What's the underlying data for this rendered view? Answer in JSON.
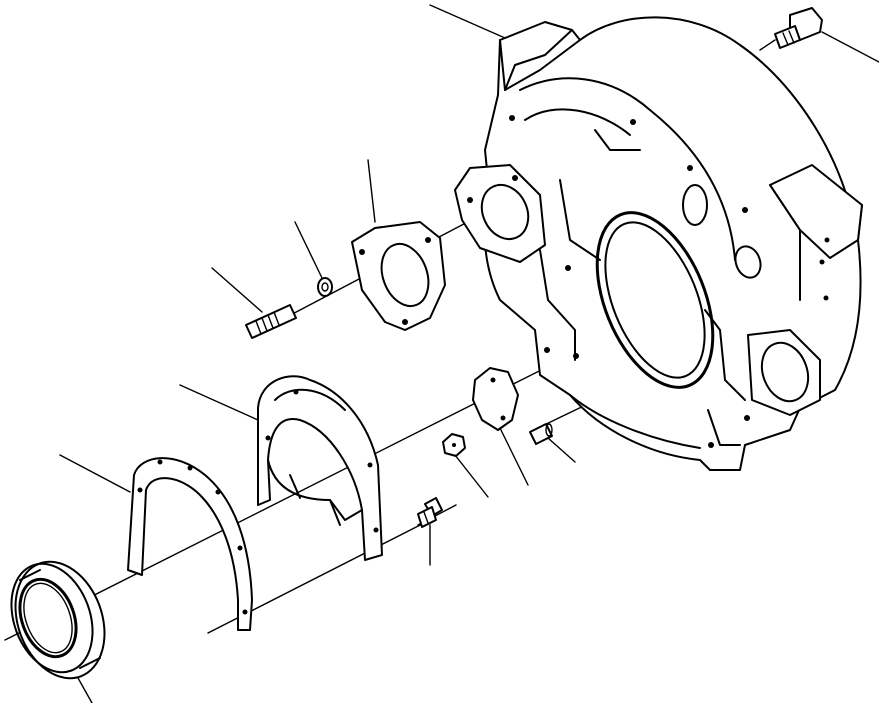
{
  "diagram": {
    "type": "exploded-parts-view",
    "line_color": "#000000",
    "background_color": "#ffffff",
    "parts": [
      {
        "id": "flywheel-housing",
        "leader": true
      },
      {
        "id": "housing-bolt",
        "leader": true
      },
      {
        "id": "cover-plate",
        "leader": true
      },
      {
        "id": "lock-washer",
        "leader": true
      },
      {
        "id": "stud-bolt",
        "leader": true
      },
      {
        "id": "rear-seal-housing",
        "leader": true
      },
      {
        "id": "seal-gasket",
        "leader": true
      },
      {
        "id": "oil-seal",
        "leader": true
      },
      {
        "id": "access-cover",
        "leader": true
      },
      {
        "id": "cover-bolt",
        "leader": true
      },
      {
        "id": "dowel-pin",
        "leader": true
      },
      {
        "id": "seal-housing-bolt",
        "leader": true
      }
    ]
  }
}
